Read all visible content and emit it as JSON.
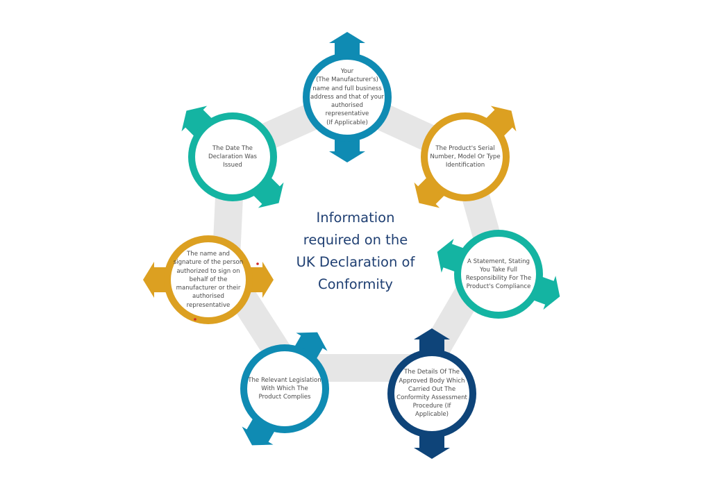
{
  "title": "Information\nrequired on the\nUK Declaration of\nConformity",
  "colors": {
    "ring": "#e6e6e6",
    "teal": "#14b4a2",
    "blue": "#0f8bb3",
    "gold": "#dca021",
    "navy": "#0e4479"
  },
  "nodes": [
    {
      "id": "manufacturer",
      "text": "Your\n(The Manufacturer's)\nname and full business\naddress and that of your\nauthorised\nrepresentative\n(If Applicable)",
      "color": "blue"
    },
    {
      "id": "serial-number",
      "text": "The Product's Serial\nNumber, Model Or Type\nIdentification",
      "color": "gold"
    },
    {
      "id": "statement",
      "text": "A Statement, Stating\nYou Take Full\nResponsibility For The\nProduct's Compliance",
      "color": "teal"
    },
    {
      "id": "approved-body",
      "text": "The Details Of The\nApproved Body Which\nCarried Out The\nConformity Assessment\nProcedure (If\nApplicable)",
      "color": "navy"
    },
    {
      "id": "legislation",
      "text": "The Relevant Legislation\nWith Which The\nProduct Complies",
      "color": "blue"
    },
    {
      "id": "signature",
      "text": "The name and\nsignature of the person\nauthorized to sign on\nbehalf of the\nmanufacturer or their\nauthorised\nrepresentative",
      "color": "gold"
    },
    {
      "id": "date",
      "text": "The Date The\nDeclaration Was\nIssued",
      "color": "teal"
    }
  ]
}
